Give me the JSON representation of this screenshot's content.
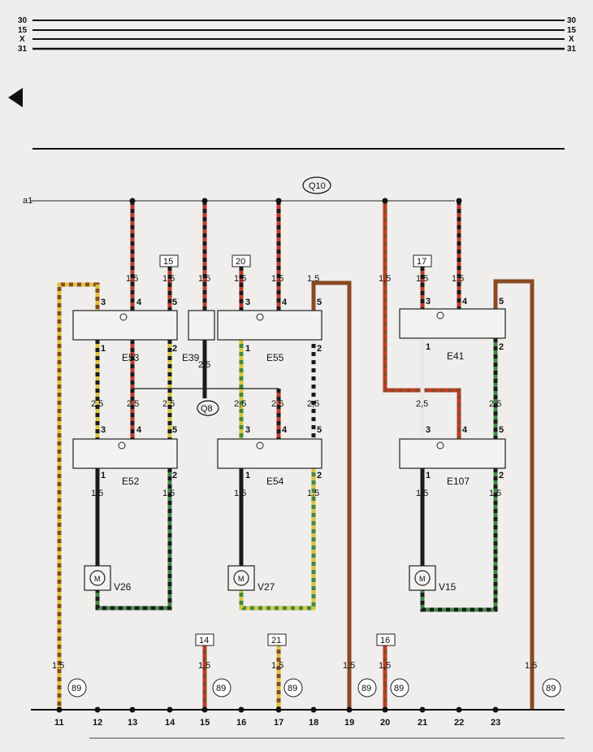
{
  "bus_labels": [
    "30",
    "15",
    "X",
    "31"
  ],
  "ground_ref": "Q10",
  "junction_ref": "Q8",
  "ground_point": "89",
  "left_rail_label": "a1",
  "switches": [
    {
      "name": "E53",
      "sub": "53"
    },
    {
      "name": "E39",
      "sub": "39"
    },
    {
      "name": "E55",
      "sub": "55"
    },
    {
      "name": "E41",
      "sub": "41"
    },
    {
      "name": "E52",
      "sub": "52"
    },
    {
      "name": "E54",
      "sub": "54"
    },
    {
      "name": "E107",
      "sub": "107"
    }
  ],
  "motors": [
    {
      "name": "V26",
      "symbol": "M"
    },
    {
      "name": "V27",
      "symbol": "M"
    },
    {
      "name": "V15",
      "symbol": "M"
    }
  ],
  "fuses": [
    "15",
    "20",
    "17",
    "14",
    "21",
    "16"
  ],
  "terminals": [
    "11",
    "12",
    "13",
    "14",
    "15",
    "16",
    "17",
    "18",
    "19",
    "20",
    "21",
    "22",
    "23"
  ],
  "wire_sizes": {
    "thin": "1,5",
    "thick": "2,5"
  },
  "colors": {
    "red": "#c23a2a",
    "brown": "#8a4a22",
    "yellow": "#d8c53a",
    "black": "#1b1b1b",
    "green": "#3f8a44",
    "white": "#e8e8e8"
  }
}
